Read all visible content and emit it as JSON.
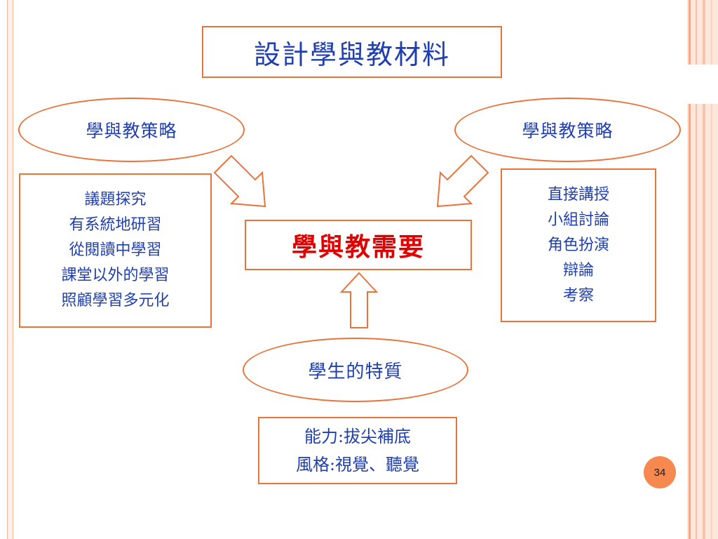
{
  "title": "設計學與教材料",
  "center": "學與教需要",
  "strategy_left": {
    "label": "學與教策略",
    "items": [
      "議題探究",
      "有系統地研習",
      "從閱讀中學習",
      "課堂以外的學習",
      "照顧學習多元化"
    ]
  },
  "strategy_right": {
    "label": "學與教策略",
    "items": [
      "直接講授",
      "小組討論",
      "角色扮演",
      "辯論",
      "考察"
    ]
  },
  "students": {
    "label": "學生的特質",
    "items": [
      "能力:拔尖補底",
      "風格:視覺、聽覺"
    ]
  },
  "page_number": "34",
  "colors": {
    "border": "#e8743b",
    "text": "#1f3fb0",
    "center_text": "#e00000",
    "badge": "#f5894f"
  }
}
